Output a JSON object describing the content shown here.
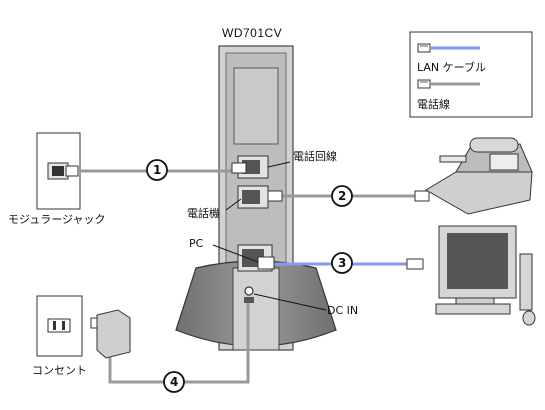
{
  "device": {
    "model": "WD701CV"
  },
  "legend": {
    "lan_label": "LAN ケーブル",
    "phone_label": "電話線",
    "lan_color": "#8899ee",
    "phone_color": "#999999"
  },
  "ports": {
    "line": "電話回線",
    "phone": "電話機",
    "pc": "PC",
    "dc": "DC IN"
  },
  "steps": [
    "1",
    "2",
    "3",
    "4"
  ],
  "endpoints": {
    "modular_jack": "モジュラージャック",
    "outlet": "コンセント"
  }
}
